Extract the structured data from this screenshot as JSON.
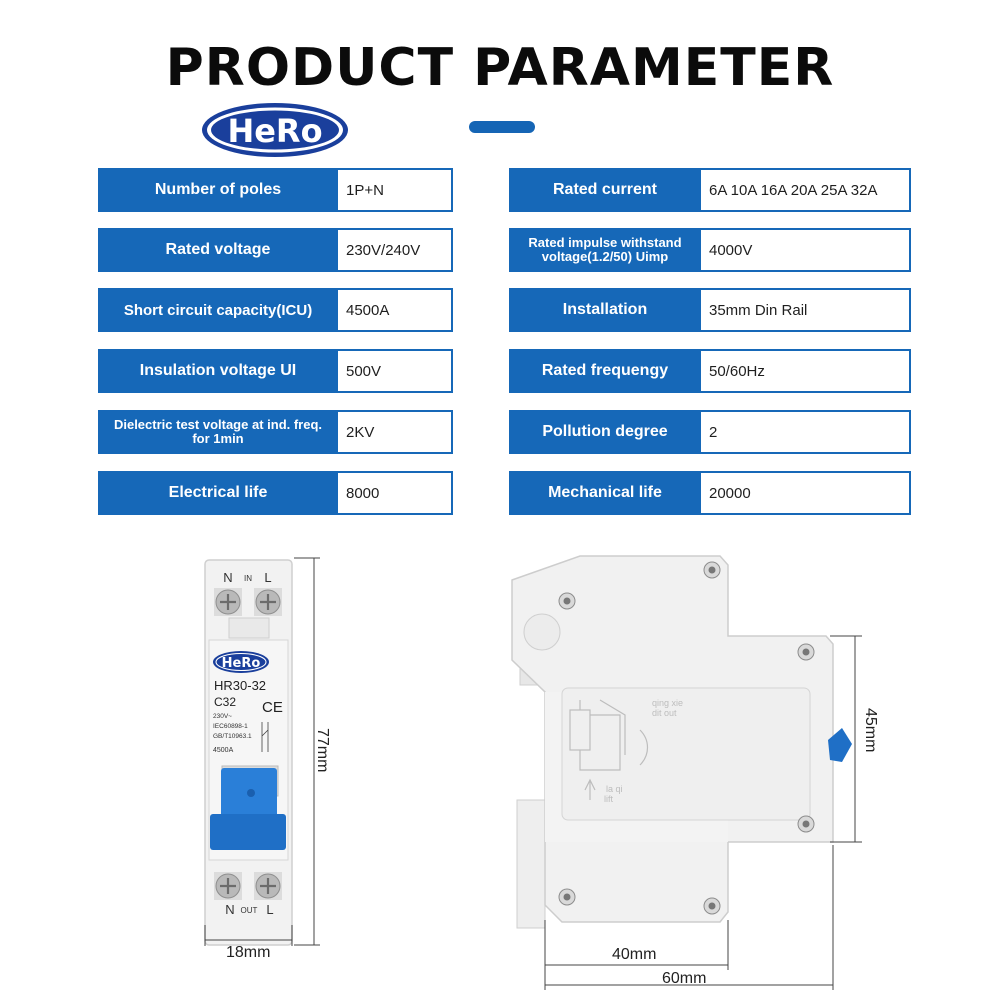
{
  "title": "PRODUCT PARAMETER",
  "brand": "HeRo",
  "colors": {
    "accent": "#1668b8",
    "device_body": "#f1f1f1",
    "toggle": "#1f78d1"
  },
  "parameters_left": [
    {
      "label": "Number of poles",
      "value": "1P+N"
    },
    {
      "label": "Rated voltage",
      "value": "230V/240V"
    },
    {
      "label": "Short circuit capacity(ICU)",
      "value": "4500A"
    },
    {
      "label": "Insulation voltage UI",
      "value": "500V"
    },
    {
      "label": "Dielectric test voltage at ind. freq. for 1min",
      "value": "2KV"
    },
    {
      "label": "Electrical life",
      "value": "8000"
    }
  ],
  "parameters_right": [
    {
      "label": "Rated current",
      "value": "6A 10A 16A 20A 25A 32A"
    },
    {
      "label": "Rated impulse withstand voltage(1.2/50) Uimp",
      "value": "4000V"
    },
    {
      "label": "Installation",
      "value": "35mm Din Rail"
    },
    {
      "label": "Rated  frequengy",
      "value": "50/60Hz"
    },
    {
      "label": "Pollution degree",
      "value": "2"
    },
    {
      "label": "Mechanical life",
      "value": "20000"
    }
  ],
  "device_front": {
    "top_labels": {
      "n": "N",
      "in": "IN",
      "l": "L"
    },
    "bottom_labels": {
      "n": "N",
      "out": "OUT",
      "l": "L"
    },
    "brand": "HeRo",
    "model": "HR30-32",
    "rating": "C32",
    "ce_mark": "CE",
    "voltage": "230V~",
    "standard_1": "IEC60898-1",
    "standard_2": "GB/T10963.1",
    "breaking": "4500A"
  },
  "device_side": {
    "markings": [
      "qing xie",
      "dit out",
      "la qi",
      "lift"
    ]
  },
  "dimensions": {
    "height": "77mm",
    "width_front": "18mm",
    "side_height": "45mm",
    "side_depth_inner": "40mm",
    "side_depth_total": "60mm"
  }
}
